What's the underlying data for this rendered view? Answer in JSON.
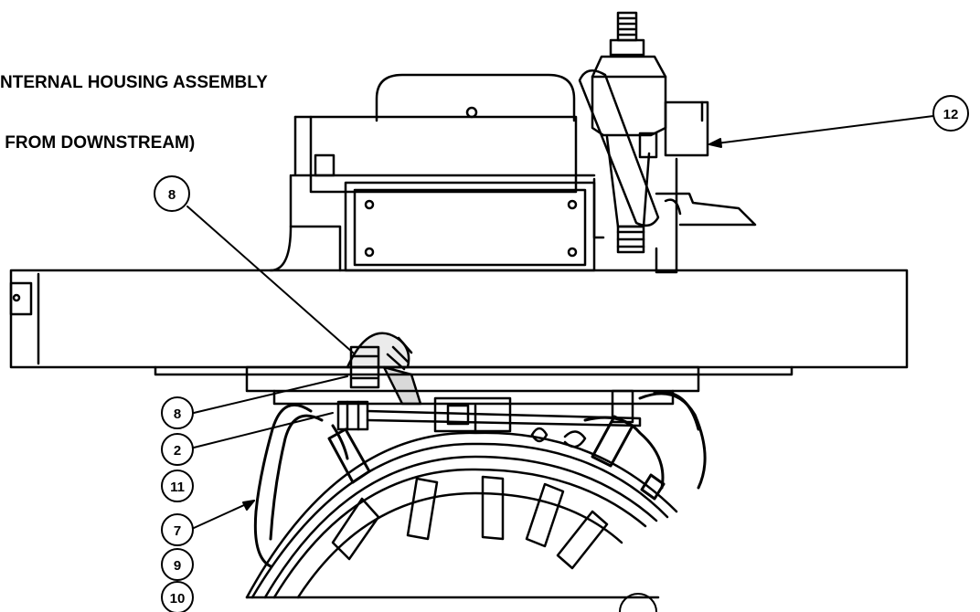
{
  "title": {
    "line1": "NTERNAL HOUSING ASSEMBLY",
    "line2": " FROM DOWNSTREAM)"
  },
  "callouts": [
    {
      "id": "c12",
      "label": "12"
    },
    {
      "id": "c8a",
      "label": "8"
    },
    {
      "id": "c8b",
      "label": "8"
    },
    {
      "id": "c2",
      "label": "2"
    },
    {
      "id": "c11",
      "label": "11"
    },
    {
      "id": "c7",
      "label": "7"
    },
    {
      "id": "c9",
      "label": "9"
    },
    {
      "id": "c10",
      "label": "10"
    }
  ],
  "colors": {
    "ink": "#000000",
    "paper": "#ffffff"
  }
}
